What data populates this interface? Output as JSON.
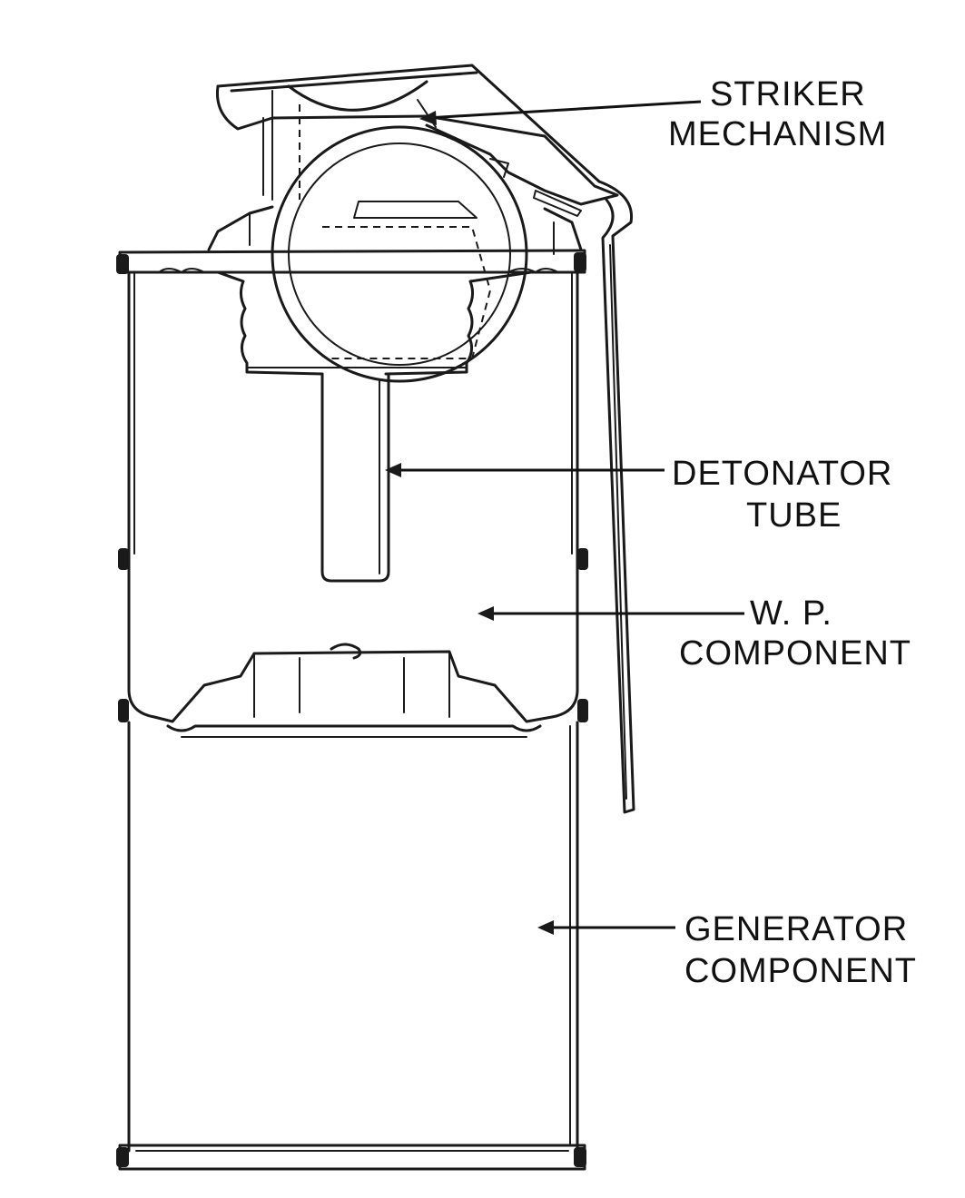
{
  "labels": {
    "striker": {
      "line1": "STRIKER",
      "line2": "MECHANISM"
    },
    "detonator": {
      "line1": "DETONATOR",
      "line2": "TUBE"
    },
    "wp": {
      "line1": "W. P.",
      "line2": "COMPONENT"
    },
    "generator": {
      "line1": "GENERATOR",
      "line2": "COMPONENT"
    }
  },
  "colors": {
    "ink": "#1a1a1a",
    "background": "#ffffff"
  }
}
